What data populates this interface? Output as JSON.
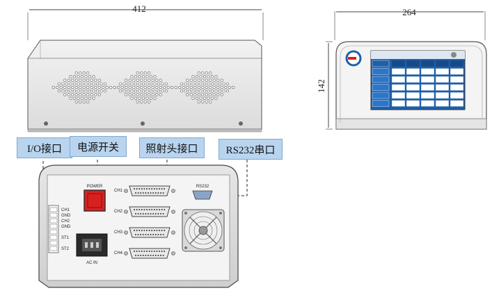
{
  "dimensions": {
    "side_width": "412",
    "front_width": "264",
    "front_height": "142"
  },
  "labels": {
    "io": "I/O接口",
    "power_switch": "电源开关",
    "irradiation": "照射头接口",
    "rs232": "RS232串口"
  },
  "panel": {
    "power": "POWER",
    "ac_in": "AC IN",
    "rs232": "RS232",
    "channels": [
      "CH1",
      "CH2",
      "CH3",
      "CH4"
    ],
    "io_pins": [
      "CH1",
      "GND",
      "CH2",
      "GND",
      "",
      "ST1",
      "",
      "ST2"
    ]
  },
  "colors": {
    "label_bg": "#b9d4ee",
    "power_red": "#d8211f",
    "screen_blue": "#1f5fa8"
  }
}
